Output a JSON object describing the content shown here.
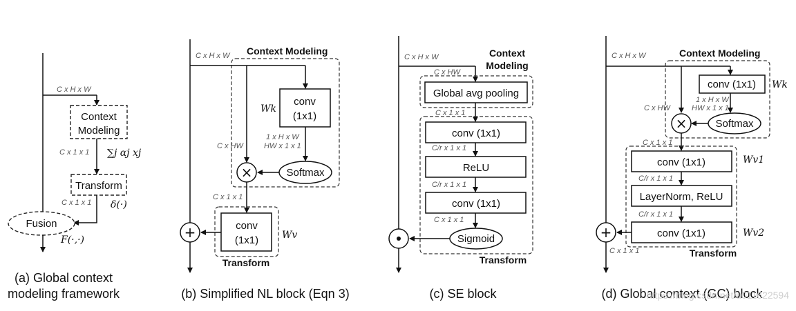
{
  "panel_a": {
    "dim_in": "C x H x W",
    "context_modeling": [
      "Context",
      "Modeling"
    ],
    "dim_c11_a": "C x 1 x 1",
    "sum_formula": "∑j αj xj",
    "transform": "Transform",
    "dim_c11_b": "C x 1 x 1",
    "delta": "δ(·)",
    "fusion": "Fusion",
    "fusion_fn": "F(·,·)",
    "caption": [
      "(a) Global context",
      "modeling framework"
    ]
  },
  "panel_b": {
    "dim_in": "C x H x W",
    "context_modeling": "Context Modeling",
    "conv_k": [
      "conv",
      "(1x1)"
    ],
    "w_k": "Wk",
    "dim_1hw": "1 x H x W",
    "dim_hw11": "HW x 1 x 1",
    "dim_chw": "C x HW",
    "softmax": "Softmax",
    "dim_c11": "C x 1 x 1",
    "conv_v": [
      "conv",
      "(1x1)"
    ],
    "w_v": "Wv",
    "transform": "Transform",
    "caption": "(b) Simplified NL block (Eqn 3)"
  },
  "panel_c": {
    "dim_in": "C x H x W",
    "context_modeling": [
      "Context",
      "Modeling"
    ],
    "dim_chw": "C x HW",
    "global_pool": "Global avg pooling",
    "dim_c11_a": "C x 1 x 1",
    "conv1": "conv (1x1)",
    "dim_cr11_a": "C/r x 1 x 1",
    "relu": "ReLU",
    "dim_cr11_b": "C/r x 1 x 1",
    "conv2": "conv (1x1)",
    "dim_c11_b": "C x 1 x 1",
    "sigmoid": "Sigmoid",
    "transform": "Transform",
    "caption": "(c) SE block"
  },
  "panel_d": {
    "dim_in": "C x H x W",
    "context_modeling": "Context Modeling",
    "conv_k": "conv (1x1)",
    "w_k": "Wk",
    "dim_1hw": "1 x H x W",
    "dim_hw11": "HW x 1 x 1",
    "dim_chw": "C x HW",
    "softmax": "Softmax",
    "dim_c11_a": "C x 1 x 1",
    "conv1": "conv (1x1)",
    "w_v1": "Wv1",
    "dim_cr11_a": "C/r x 1 x 1",
    "layernorm": "LayerNorm, ReLU",
    "dim_cr11_b": "C/r x 1 x 1",
    "conv2": "conv (1x1)",
    "w_v2": "Wv2",
    "dim_c11_b": "C x 1 x 1",
    "transform": "Transform",
    "caption": "(d) Global context (GC) block"
  },
  "watermark": "https://blog.csdn.net/u011622594"
}
